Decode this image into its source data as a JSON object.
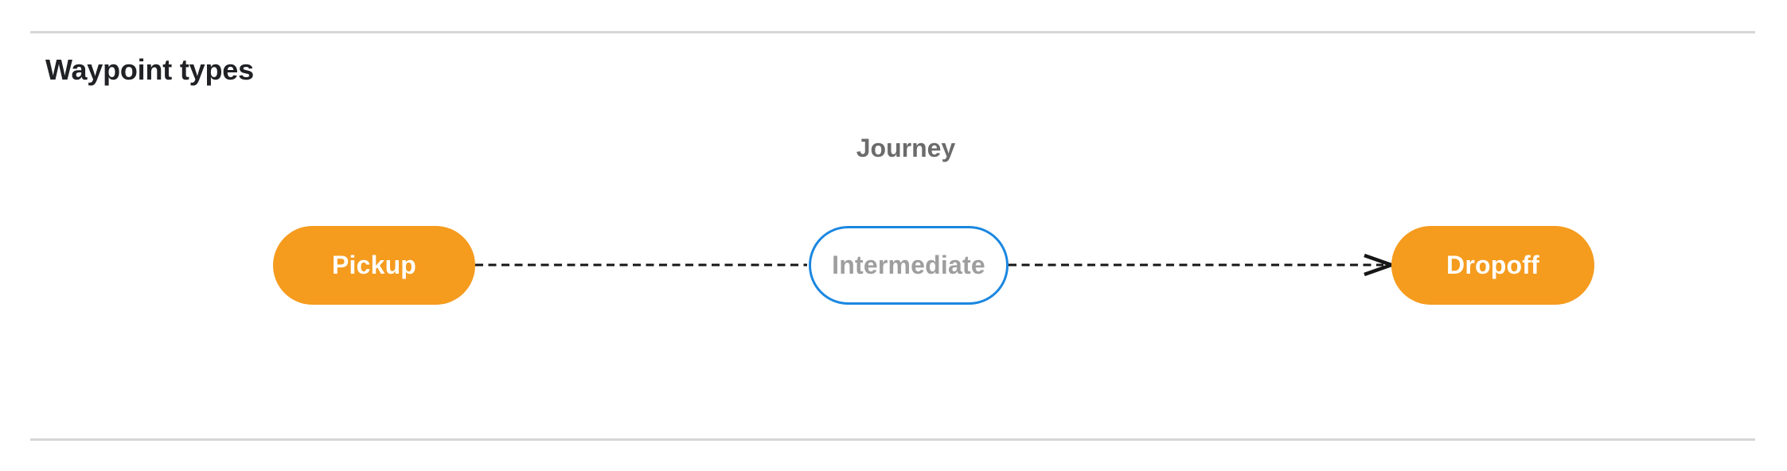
{
  "section": {
    "title": "Waypoint types"
  },
  "diagram": {
    "group_label": "Journey",
    "nodes": [
      {
        "id": "pickup",
        "label": "Pickup",
        "type": "terminal"
      },
      {
        "id": "intermediate",
        "label": "Intermediate",
        "type": "intermediate"
      },
      {
        "id": "dropoff",
        "label": "Dropoff",
        "type": "terminal"
      }
    ],
    "edges": [
      {
        "from": "pickup",
        "to": "intermediate",
        "style": "dashed",
        "arrowhead": false
      },
      {
        "from": "intermediate",
        "to": "dropoff",
        "style": "dashed",
        "arrowhead": true
      }
    ],
    "colors": {
      "terminal_fill": "#f59b1e",
      "terminal_text": "#ffffff",
      "intermediate_border": "#1b87e0",
      "intermediate_text": "#9e9e9e",
      "connector": "#161616",
      "journey_label": "#6b6b6b",
      "title_text": "#202124",
      "divider": "#d6d6d6"
    }
  }
}
